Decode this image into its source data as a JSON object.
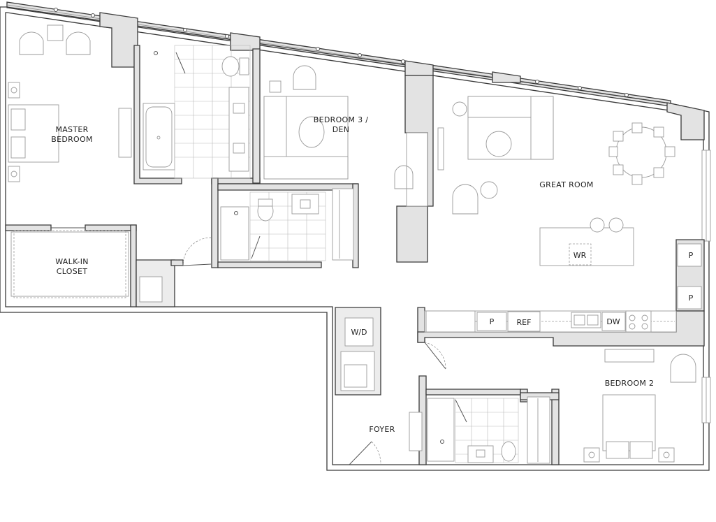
{
  "rooms": {
    "master_bedroom": [
      "MASTER",
      "BEDROOM"
    ],
    "bedroom3": [
      "BEDROOM 3 /",
      "DEN"
    ],
    "great_room": "GREAT ROOM",
    "walk_in_closet": [
      "WALK-IN",
      "CLOSET"
    ],
    "foyer": "FOYER",
    "bedroom2": "BEDROOM 2"
  },
  "fixtures": {
    "wr": "WR",
    "wd": "W/D",
    "pantry": "P",
    "refrigerator": "REF",
    "dishwasher": "DW"
  }
}
